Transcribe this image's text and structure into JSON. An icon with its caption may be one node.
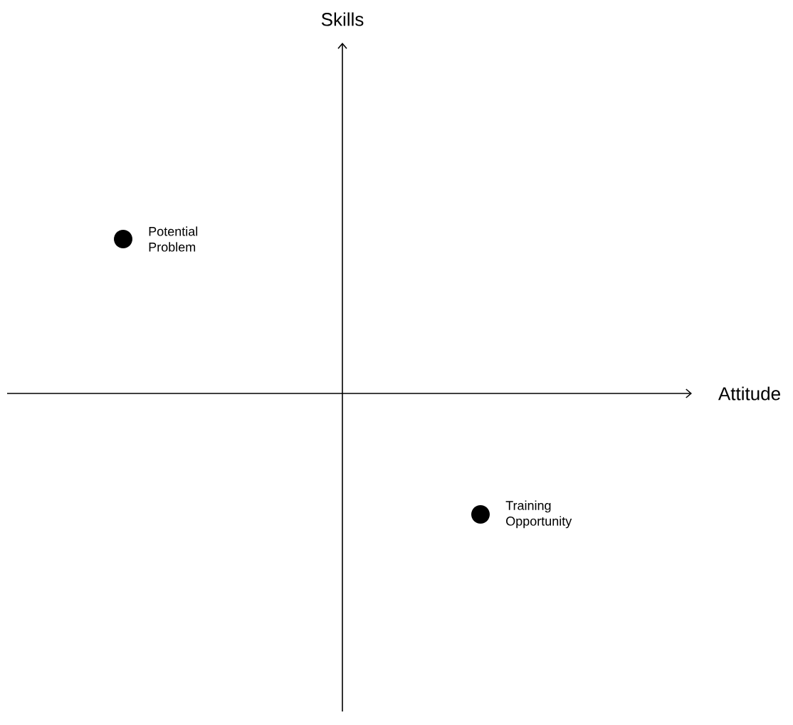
{
  "diagram": {
    "nodes": [
      {
        "text": [],
        "shape": "circle",
        "beside": [
          "Potential Problem"
        ]
      },
      {
        "text": [],
        "shape": "circle",
        "beside": [
          "Training Opportunity"
        ]
      }
    ],
    "labels": [
      "Skills",
      "Attitude"
    ]
  }
}
